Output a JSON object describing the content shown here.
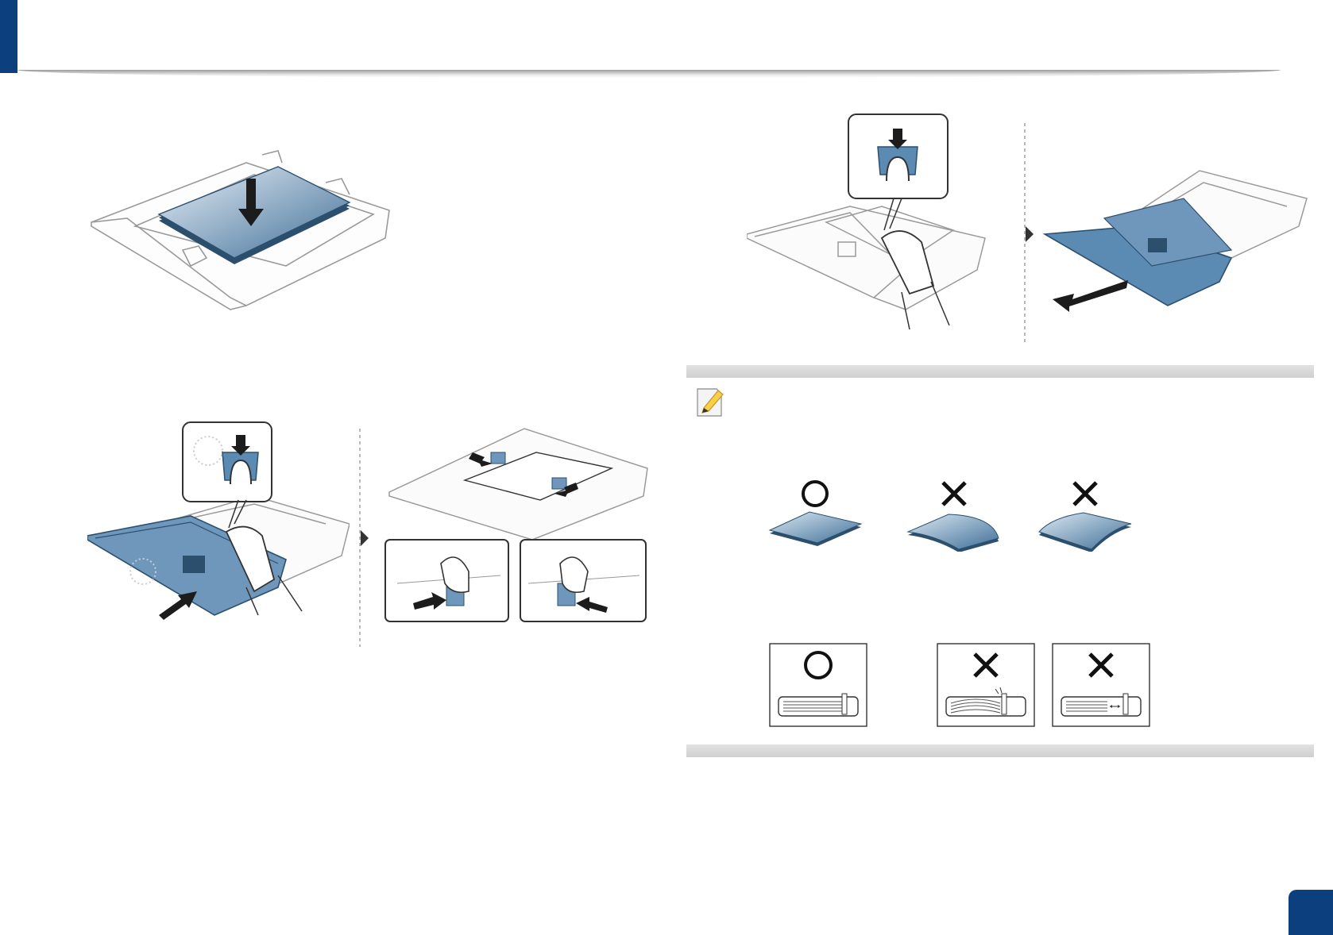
{
  "theme": {
    "accent": "#0b3f7d",
    "paper_blue": "#5b8ab3",
    "tray_line": "#9a9a9a"
  },
  "icons": {
    "note": "note-pencil-icon",
    "ok_mark": "circle-ok-icon",
    "ng_mark": "cross-ng-icon",
    "step_arrow": "triangle-step-arrow-icon"
  },
  "note_examples": {
    "paper_stacks": [
      "ok",
      "ng",
      "ng"
    ],
    "guide_panels": [
      "ok",
      "ng",
      "ng"
    ]
  }
}
